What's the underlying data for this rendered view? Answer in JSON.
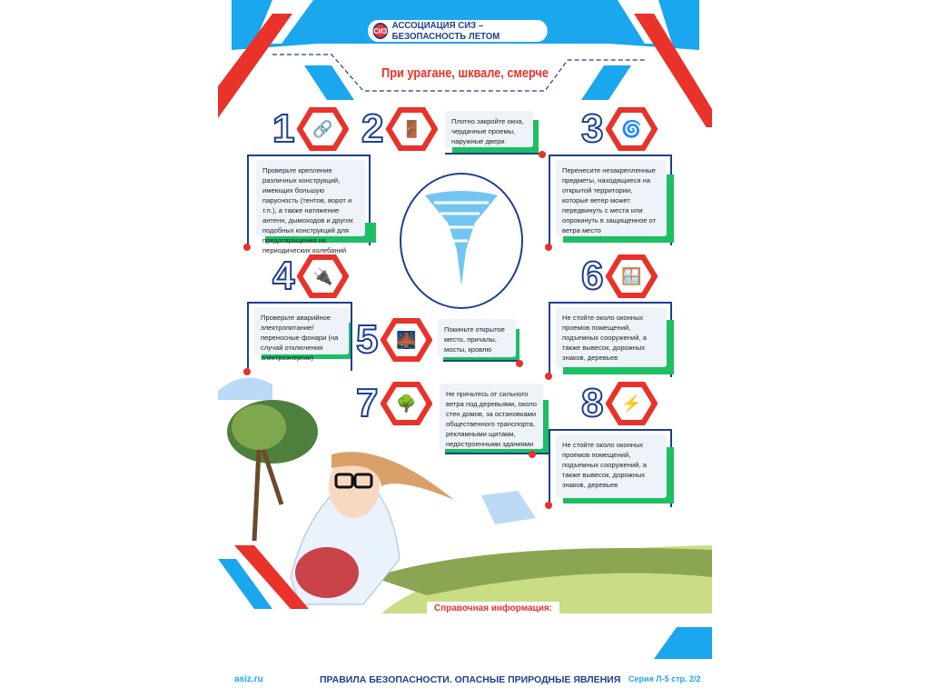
{
  "header": {
    "org": "АССОЦИАЦИЯ СИЗ – БЕЗОПАСНОСТЬ ЛЕТОМ",
    "logo_text": "СИЗ",
    "title": "При урагане, шквале, смерче"
  },
  "items": [
    {
      "number": "1",
      "icon": "chain-link-icon",
      "glyph": "🔗",
      "text": "Проверьте крепление различных конструкций, имеющих большую парусность (тентов, ворот и т.п.), а также натяжение антенн, дымоходов и других подобных конструкций для предотвращения их периодических колебаний"
    },
    {
      "number": "2",
      "icon": "person-door-icon",
      "glyph": "🚪",
      "text": "Плотно закройте окна, чердачные проемы, наружные двери"
    },
    {
      "number": "3",
      "icon": "wind-icon",
      "glyph": "🌀",
      "text": "Перенесите незакрепленные предметы, находящиеся на открытой территории, которые ветер может передвинуть с места или опрокинуть в защищенное от ветра место"
    },
    {
      "number": "4",
      "icon": "plug-battery-icon",
      "glyph": "🔌",
      "text": "Проверьте аварийное электропитание/переносные фонари (на случай отключения электроэнергии)"
    },
    {
      "number": "5",
      "icon": "bridge-icon",
      "glyph": "🌉",
      "text": "Покиньте открытое место, причалы, мосты, кровлю"
    },
    {
      "number": "6",
      "icon": "window-icon",
      "glyph": "🪟",
      "text": "Не стойте около оконных проемов помещений, подъемных сооружений, а также вывесок, дорожных знаков, деревьев"
    },
    {
      "number": "7",
      "icon": "trees-icon",
      "glyph": "🌳",
      "text": "Не прячьтесь от сильного ветра под деревьями, около стен домов, за остановками общественного транспорта, рекламными щитами, недостроенными зданиями"
    },
    {
      "number": "8",
      "icon": "power-tower-icon",
      "glyph": "⚡",
      "text": "Не стойте около оконных проемов помещений, подъемных сооружений, а также вывесок, дорожных знаков, деревьев"
    }
  ],
  "reference_label": "Справочная информация:",
  "footer": {
    "site": "asiz.ru",
    "title": "ПРАВИЛА БЕЗОПАСНОСТИ. ОПАСНЫЕ ПРИРОДНЫЕ ЯВЛЕНИЯ",
    "series": "Серия Л-5 стр. 2/2"
  },
  "colors": {
    "blue": "#1d3f8f",
    "sky": "#1aa7ee",
    "red": "#e8322a",
    "green": "#1dbf63"
  }
}
